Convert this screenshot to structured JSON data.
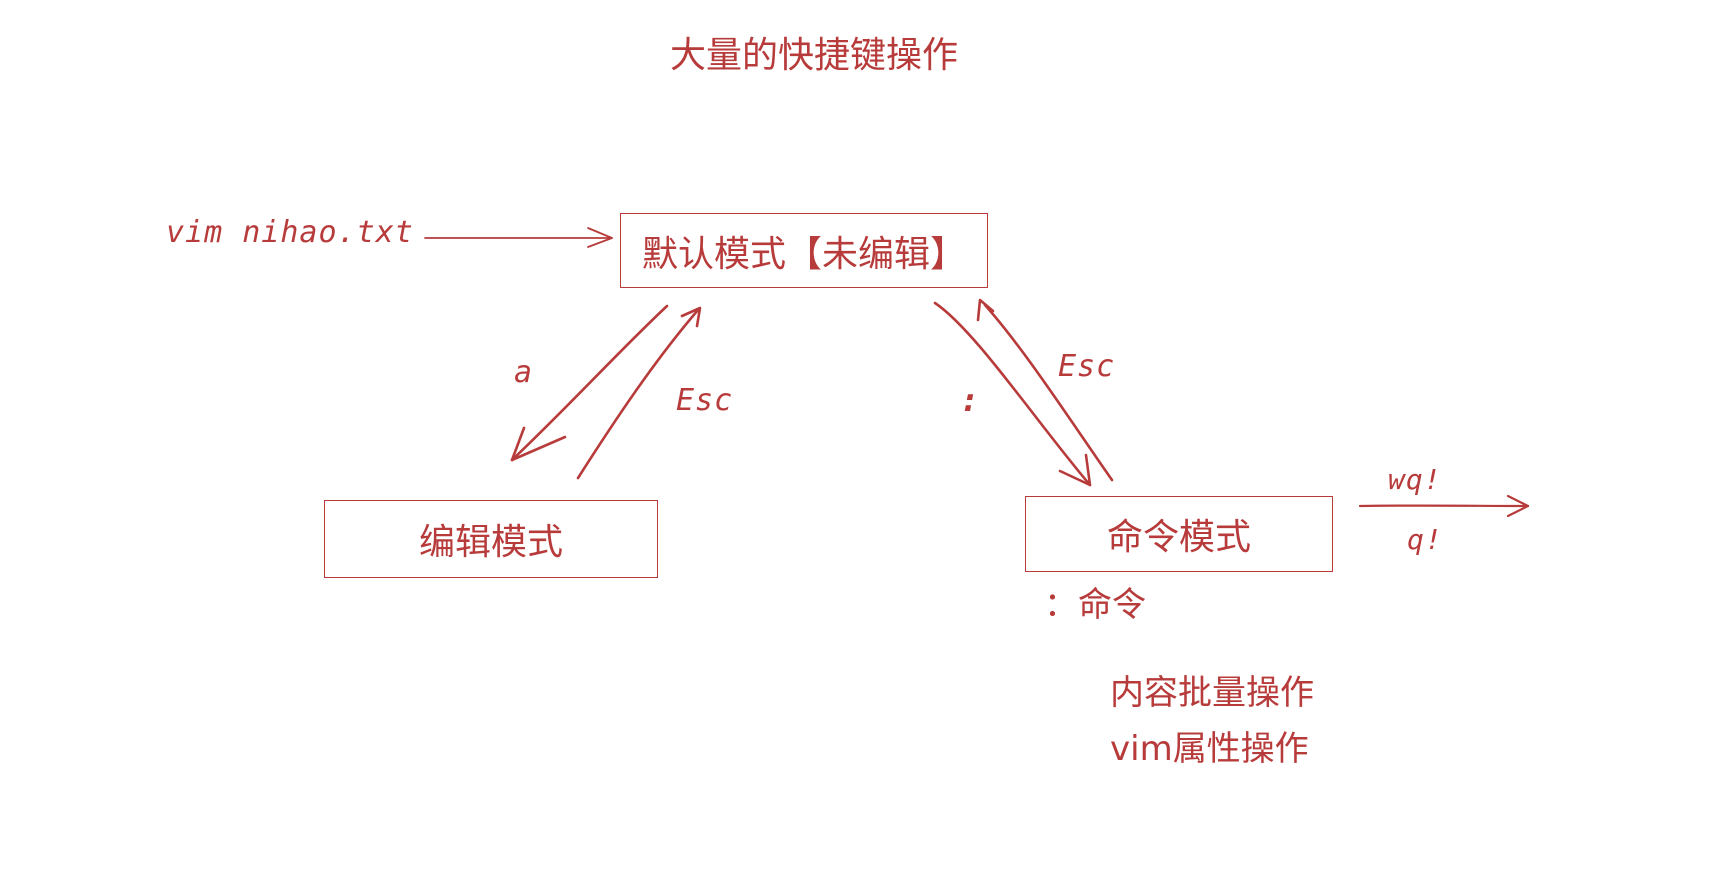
{
  "title": "大量的快捷键操作",
  "start_command": "vim nihao.txt",
  "nodes": {
    "default_mode": "默认模式【未编辑】",
    "edit_mode": "编辑模式",
    "command_mode": "命令模式"
  },
  "edges": {
    "default_to_edit": "a",
    "edit_to_default": "Esc",
    "default_to_command": ":",
    "command_to_default": "Esc",
    "exit_save": "wq!",
    "exit_nosave": "q!"
  },
  "command_note": "：命令",
  "command_features": [
    "内容批量操作",
    "vim属性操作"
  ],
  "colors": {
    "ink": "#b83b3b",
    "background": "#ffffff"
  }
}
